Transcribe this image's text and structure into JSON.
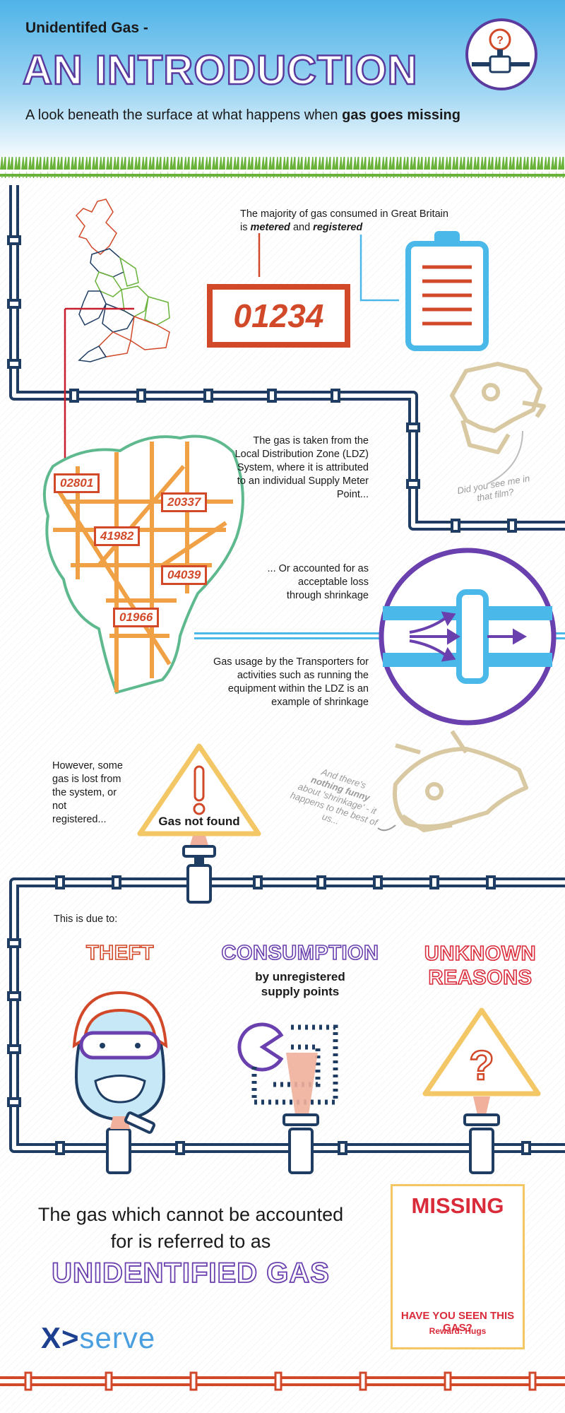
{
  "header": {
    "subtitle": "Unidentifed Gas -",
    "title": "AN INTRODUCTION",
    "tagline_prefix": "A look beneath the surface at what happens when ",
    "tagline_bold": "gas goes missing",
    "badge_icon": "gas-meter-question-icon"
  },
  "section1": {
    "text_line1": "The majority of gas consumed in Great Britain",
    "text_line2_prefix": "is ",
    "text_metered": "metered",
    "text_and": " and ",
    "text_registered": "registered",
    "meter_reading": "01234",
    "clipboard_icon": "clipboard-icon",
    "map_icon": "great-britain-map-icon"
  },
  "section2": {
    "ldz_text": "The gas is taken from the Local Distribution Zone (LDZ) System, where it is attributed to an individual Supply Meter Point...",
    "meter_tags": [
      "02801",
      "20337",
      "41982",
      "04039",
      "01966"
    ],
    "dino_caption": "Did you see me in that film?"
  },
  "section3": {
    "shrinkage_text": "... Or accounted for as acceptable loss through shrinkage",
    "usage_text": "Gas usage by the Transporters for activities such as running the equipment within the LDZ is an example of shrinkage",
    "pipe_icon": "pipe-flow-icon"
  },
  "section4": {
    "lost_text": "However, some gas is lost from the system, or not registered...",
    "warning_label": "Gas not found",
    "dino2_pre": "And there's",
    "dino2_bold": "nothing funny",
    "dino2_post": "about 'shrinkage' - it happens to the best of us..."
  },
  "section5": {
    "due_to": "This is due to:",
    "theft": "THEFT",
    "consumption": "CONSUMPTION",
    "consumption_sub": "by unregistered supply points",
    "unknown_line1": "UNKNOWN",
    "unknown_line2": "REASONS"
  },
  "footer": {
    "text": "The gas which cannot be accounted for is referred to as",
    "ug_title": "UNIDENTIFIED GAS",
    "missing_title": "MISSING",
    "missing_question": "HAVE YOU SEEN THIS GAS?",
    "missing_reward": "Reward: Hugs",
    "logo_mark": "X>",
    "logo_text": "serve"
  },
  "colors": {
    "pipe": "#1f3d63",
    "orange": "#d2492a",
    "purple": "#6a3fae",
    "blue": "#4ab8e8",
    "green": "#6ab33a",
    "yellow": "#f3c766",
    "bone": "#d9c9a3"
  }
}
